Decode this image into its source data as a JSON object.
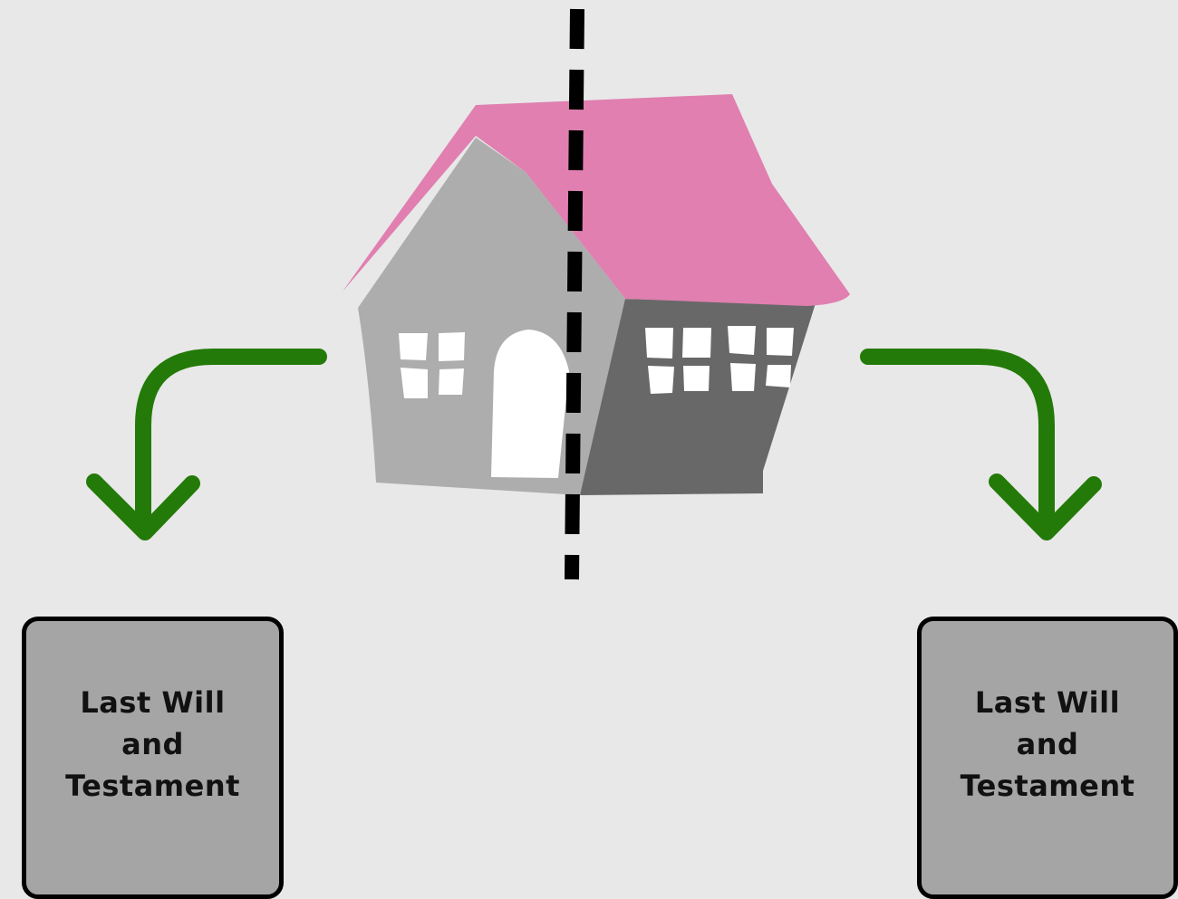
{
  "left_document": {
    "label": "Last Will and Testament"
  },
  "right_document": {
    "label": "Last Will and Testament"
  },
  "colors": {
    "background": "#e8e8e8",
    "roof": "#e07fb0",
    "house_front": "#adadad",
    "house_side": "#686868",
    "window": "#ffffff",
    "arrow": "#247a08",
    "divider": "#000000",
    "document_fill": "#a5a5a5"
  },
  "icons": [
    "house-icon",
    "split-divider",
    "arrow-down-left-icon",
    "arrow-down-right-icon"
  ]
}
